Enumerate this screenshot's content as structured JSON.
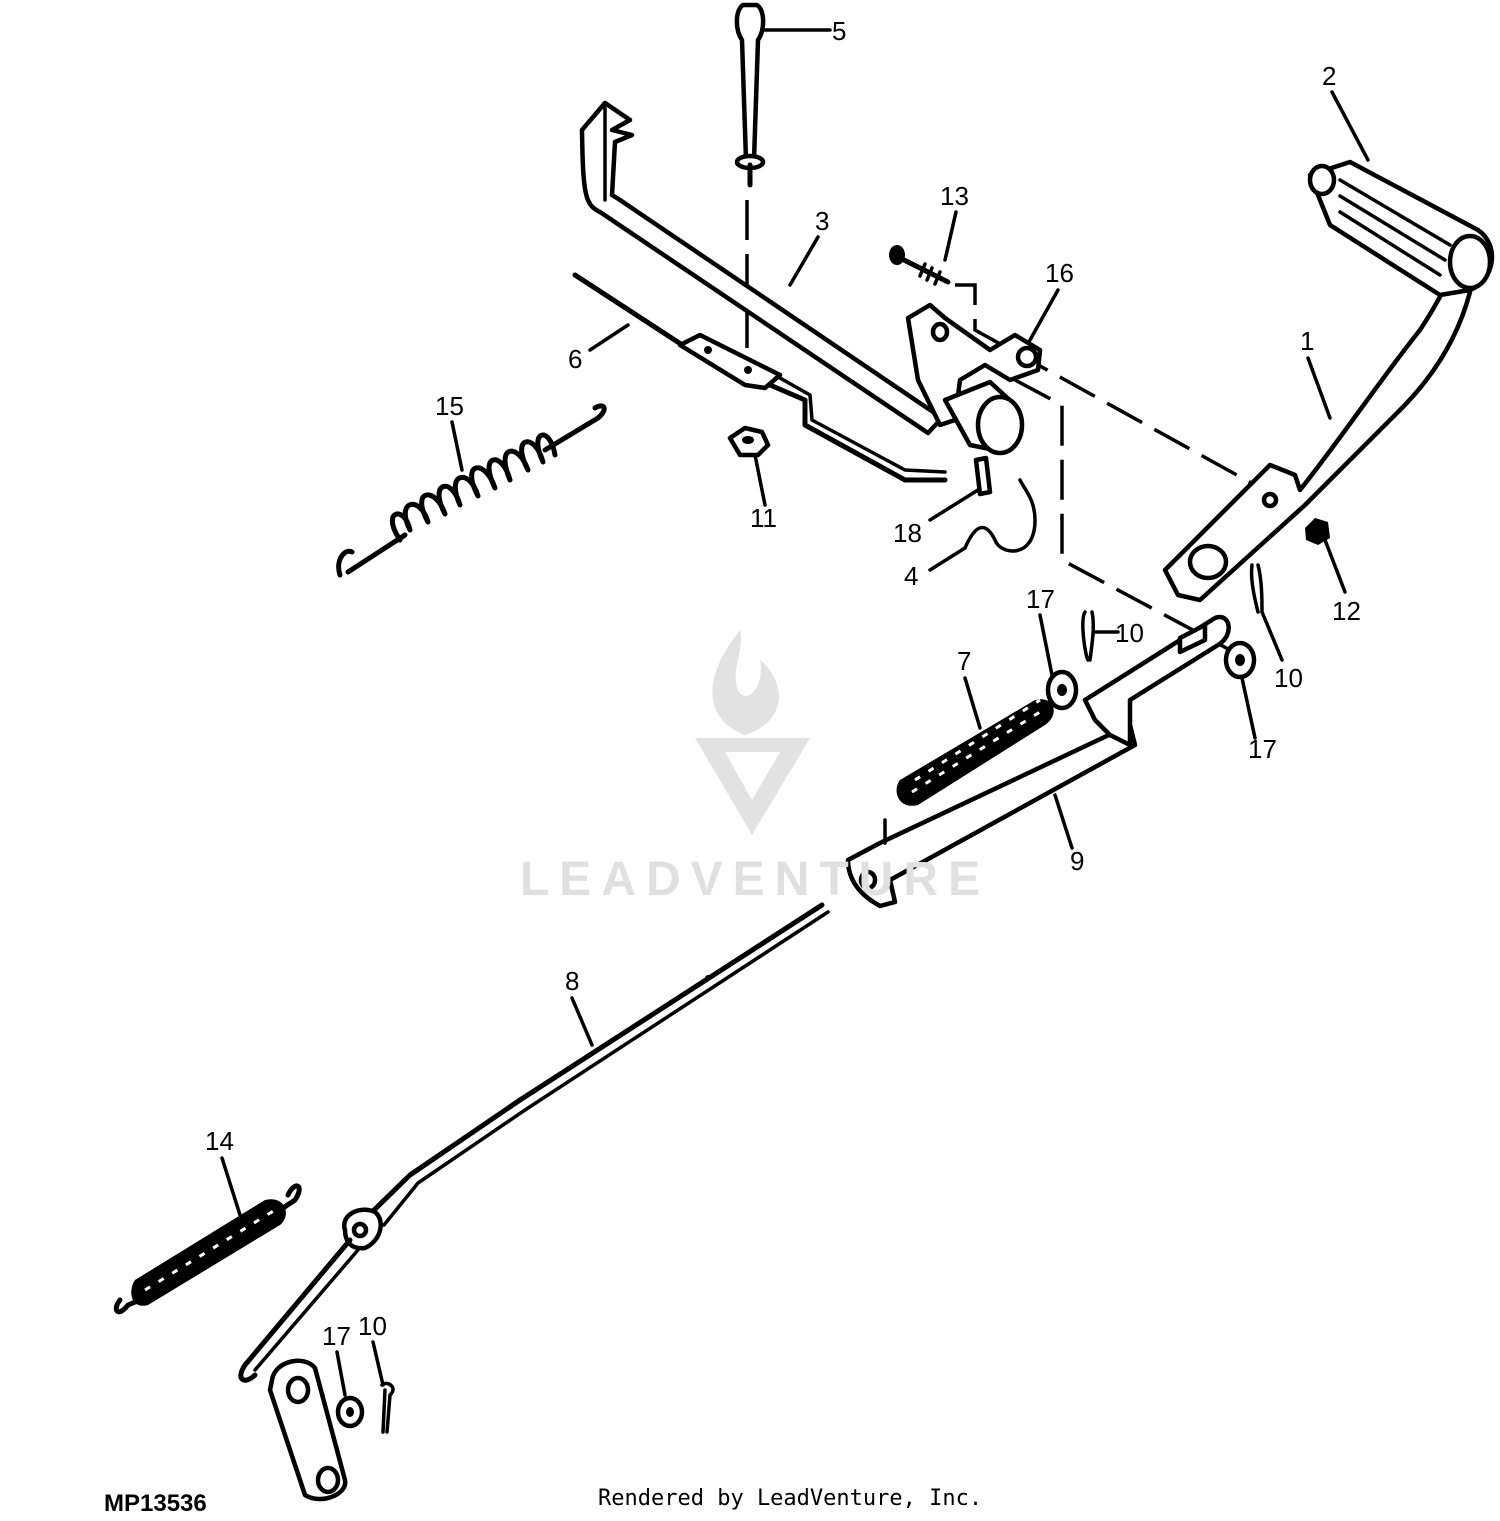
{
  "diagram_code": "MP13536",
  "credit": "Rendered by LeadVenture, Inc.",
  "watermark": "LEADVENTURE",
  "callouts": [
    "1",
    "2",
    "3",
    "4",
    "5",
    "6",
    "7",
    "8",
    "9",
    "10",
    "11",
    "12",
    "13",
    "14",
    "15",
    "16",
    "17",
    "18"
  ]
}
